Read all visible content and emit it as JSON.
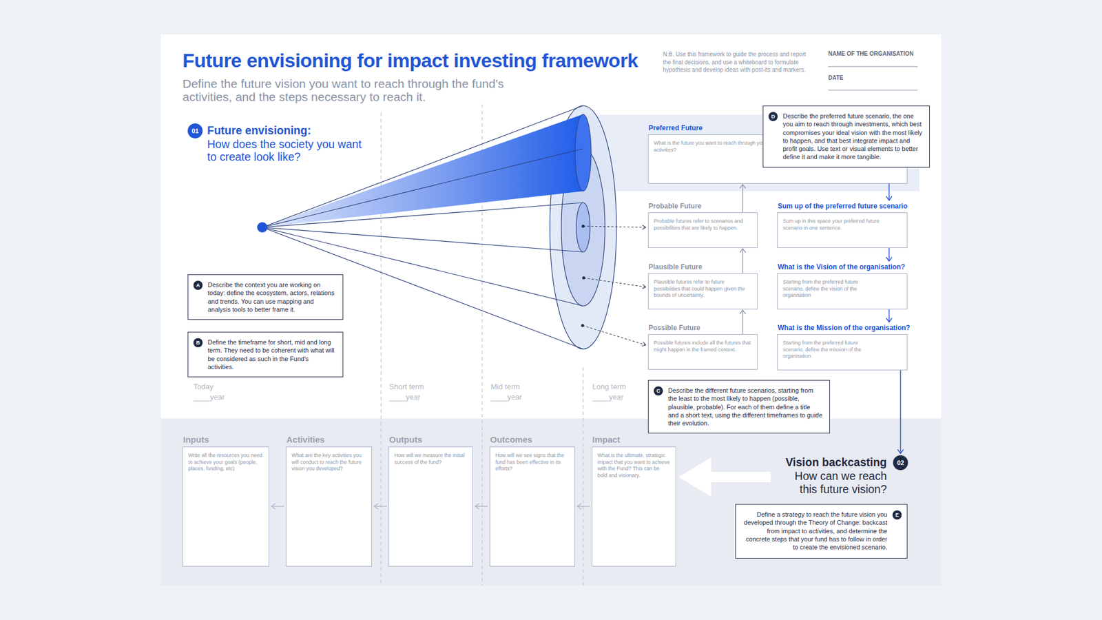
{
  "diagram": {
    "title": "Future envisioning for impact investing framework",
    "nodes": [
      {
        "text": [
          "01"
        ]
      },
      {
        "text": [
          "Describe the context you are working on today: define the ecosystem, actors, relations and trends. You can use mapping and analysis tools to better frame it."
        ]
      },
      {
        "text": [
          "A"
        ],
        "in": 1
      },
      {
        "text": [
          "Define the timeframe for short, mid and long term. They need to be coherent with what will be considered as such in the Fund's activities."
        ]
      },
      {
        "text": [
          "B"
        ],
        "in": 3
      },
      {
        "text": [
          "Preferred Future",
          "What is the future you want to reach through your activities?"
        ]
      },
      {
        "text": [
          "Describe the preferred future scenario, the one you aim to reach through investments, which best compromises your ideal vision with the most likely to happen, and that best integrate impact and profit goals. Use text or visual elements to better define it and make it more tangible."
        ]
      },
      {
        "text": [
          "D"
        ],
        "in": 6
      },
      {
        "text": [
          "Probable Future",
          "Probable futures refer to scenarios and possibilities that are likely to happen."
        ]
      },
      {
        "text": [
          "Sum up of the preferred future scenario",
          "Sum up in this space your preferred future scenario in one sentence."
        ]
      },
      {
        "text": [
          "Plausible Future",
          "Plausible futures refer to future possibilities that could happen given the bounds of uncertainty."
        ]
      },
      {
        "text": [
          "What is the Vision of the organisation?",
          "Starting from the preferred future scenario, define the vision of the organisation"
        ]
      },
      {
        "text": [
          "Possible Future",
          "Possible futures include all the futures that might happen in the framed context."
        ]
      },
      {
        "text": [
          "What is the Mission of the organisation?",
          "Starting from the preferred future scenario, define the mission of the organisation"
        ]
      },
      {
        "text": [
          "Describe the different future scenarios, starting from the least to the most likely to happen (possible, plausible, probable). For each of them define a title and a short text, using the different timeframes to guide their evolution."
        ]
      },
      {
        "text": [
          "C"
        ],
        "in": 14
      },
      {
        "text": [
          "Inputs",
          "Write all the resources you need to achieve your goals (people, places, funding, etc)"
        ]
      },
      {
        "text": [
          "Activities",
          "What are the key activities you will conduct to reach the future vision you developed?"
        ]
      },
      {
        "text": [
          "Outputs",
          "How will we measure the initial success of the fund?"
        ]
      },
      {
        "text": [
          "Outcomes",
          "How will we see signs that the fund has been effective in its efforts?"
        ]
      },
      {
        "text": [
          "Impact",
          "What is the ultimate, strategic impact that you want to achieve with the Fund? This can be bold and visionary."
        ]
      },
      {
        "text": [
          "02"
        ]
      },
      {
        "text": [
          "Define a strategy to reach the future vision you developed through the Theory of Change: backcast from impact to activities, and determine the concrete steps that your fund has to follow in order to create the envisioned scenario."
        ]
      },
      {
        "text": [
          "E"
        ],
        "in": 22
      }
    ],
    "edges": [
      {
        "from": 12,
        "to": 10,
        "arrow": "to"
      },
      {
        "from": 10,
        "to": 8,
        "arrow": "to"
      },
      {
        "from": 8,
        "to": 5,
        "arrow": "to"
      },
      {
        "from": 5,
        "to": 9,
        "arrow": "to"
      },
      {
        "from": 9,
        "to": 11,
        "arrow": "to"
      },
      {
        "from": 11,
        "to": 13,
        "arrow": "to"
      },
      {
        "from": 13,
        "to": 21,
        "arrow": "to"
      },
      {
        "from": 20,
        "to": 19,
        "arrow": "to"
      },
      {
        "from": 19,
        "to": 18,
        "arrow": "to"
      },
      {
        "from": 18,
        "to": 17,
        "arrow": "to"
      },
      {
        "from": 17,
        "to": 16,
        "arrow": "to"
      }
    ],
    "labels": [
      "Define the future vision you want to reach through the fund's activities, and the steps necessary to reach it.",
      "N.B. Use this framework to guide the process and report the final decisions, and use a whiteboard to formulate hypothesis and develop ideas with post-its and markers.",
      "NAME OF THE ORGANISATION",
      "DATE",
      "Future envisioning:",
      "How does the society you want to create look like?",
      "Today",
      "____year",
      "Short term",
      "____year",
      "Mid term",
      "____year",
      "Long term",
      "____year",
      "Vision backcasting",
      "How can we reach this future vision?"
    ]
  }
}
